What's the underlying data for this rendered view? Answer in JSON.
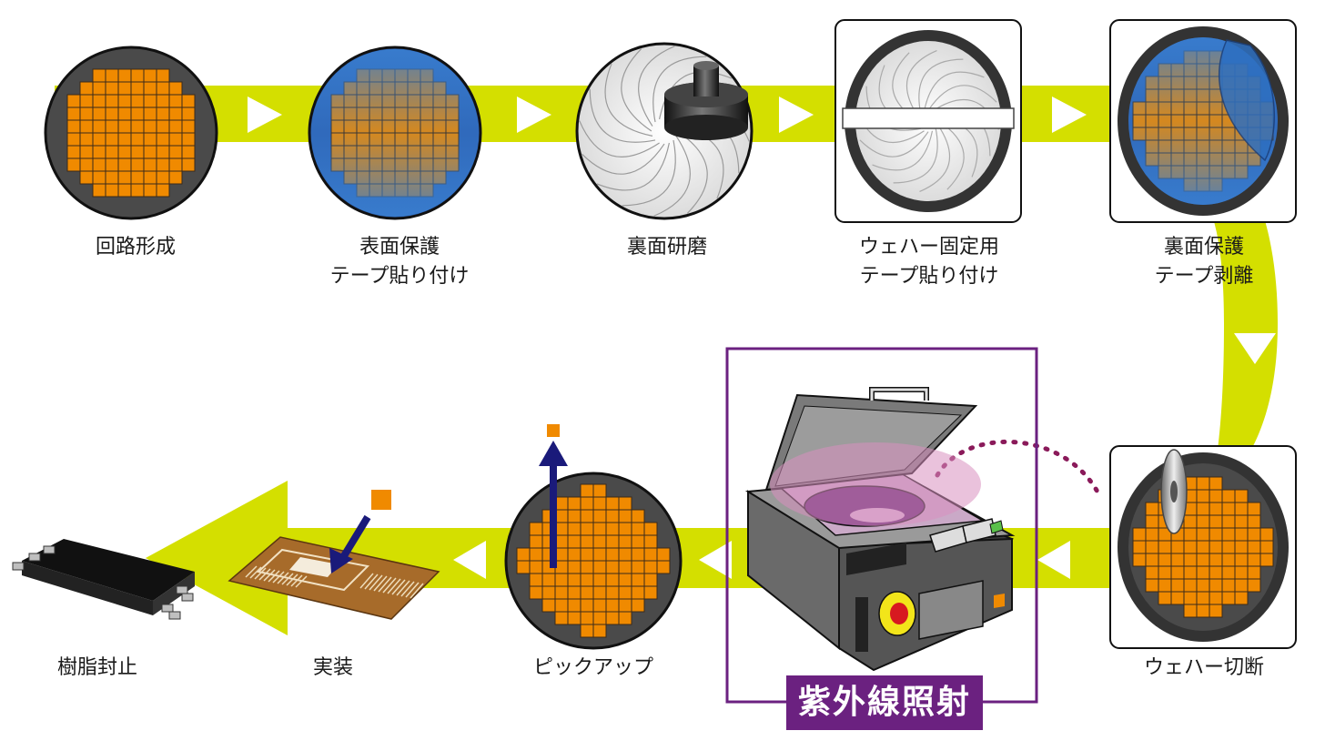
{
  "steps": [
    {
      "id": "circuit-formation",
      "lines": [
        "回路形成"
      ]
    },
    {
      "id": "surface-tape",
      "lines": [
        "表面保護",
        "テープ貼り付け"
      ]
    },
    {
      "id": "back-grinding",
      "lines": [
        "裏面研磨"
      ]
    },
    {
      "id": "wafer-tape",
      "lines": [
        "ウェハー固定用",
        "テープ貼り付け"
      ]
    },
    {
      "id": "surface-tape-peel",
      "lines": [
        "裏面保護",
        "テープ剥離"
      ]
    },
    {
      "id": "dicing",
      "lines": [
        "ウェハー切断"
      ]
    },
    {
      "id": "uv-irradiation",
      "lines": [
        "紫外線照射"
      ]
    },
    {
      "id": "pickup",
      "lines": [
        "ピックアップ"
      ]
    },
    {
      "id": "mounting",
      "lines": [
        "実装"
      ]
    },
    {
      "id": "molding",
      "lines": [
        "樹脂封止"
      ]
    }
  ],
  "colors": {
    "flow": "#d4df00",
    "chip": "#f08a00",
    "wafer_edge": "#4a4a4a",
    "tape_blue": "#2e6fc0",
    "uv_purple": "#6b2180",
    "uv_glow": "#d98fbf",
    "arrow_navy": "#1a1a7a"
  },
  "icons": [
    "wafer-icon",
    "grinder-icon",
    "wafer-frame-icon",
    "dicing-blade-icon",
    "uv-machine-icon",
    "pickup-arrow-icon",
    "circuit-board-icon",
    "ic-package-icon"
  ]
}
